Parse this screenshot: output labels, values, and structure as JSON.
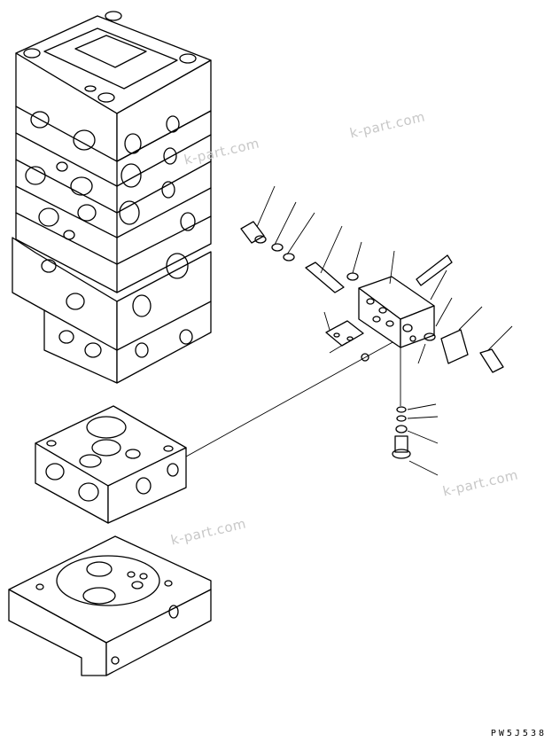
{
  "watermarks": [
    "k-part.com",
    "k-part.com",
    "k-part.com",
    "k-part.com"
  ],
  "drawing_code": "PW5J538"
}
